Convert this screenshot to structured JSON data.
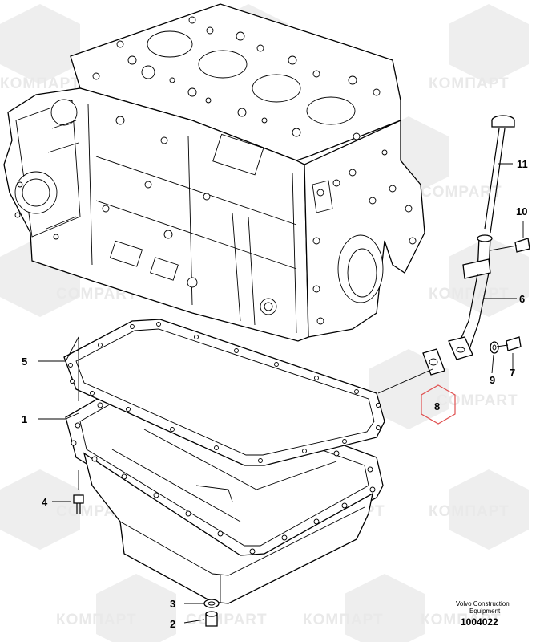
{
  "watermark": {
    "text_cyrillic": "КОМПАРТ",
    "text_latin": "COMPART"
  },
  "callouts": [
    {
      "id": "1",
      "label": "1"
    },
    {
      "id": "2",
      "label": "2"
    },
    {
      "id": "3",
      "label": "3"
    },
    {
      "id": "4",
      "label": "4"
    },
    {
      "id": "5",
      "label": "5"
    },
    {
      "id": "6",
      "label": "6"
    },
    {
      "id": "7",
      "label": "7"
    },
    {
      "id": "8",
      "label": "8",
      "highlighted": true
    },
    {
      "id": "9",
      "label": "9"
    },
    {
      "id": "10",
      "label": "10"
    },
    {
      "id": "11",
      "label": "11"
    }
  ],
  "caption": {
    "line1": "Volvo Construction",
    "line2": "Equipment",
    "doc_number": "1004022"
  },
  "colors": {
    "line": "#000000",
    "highlight": "#e05050",
    "watermark": "#e9e9e9"
  }
}
